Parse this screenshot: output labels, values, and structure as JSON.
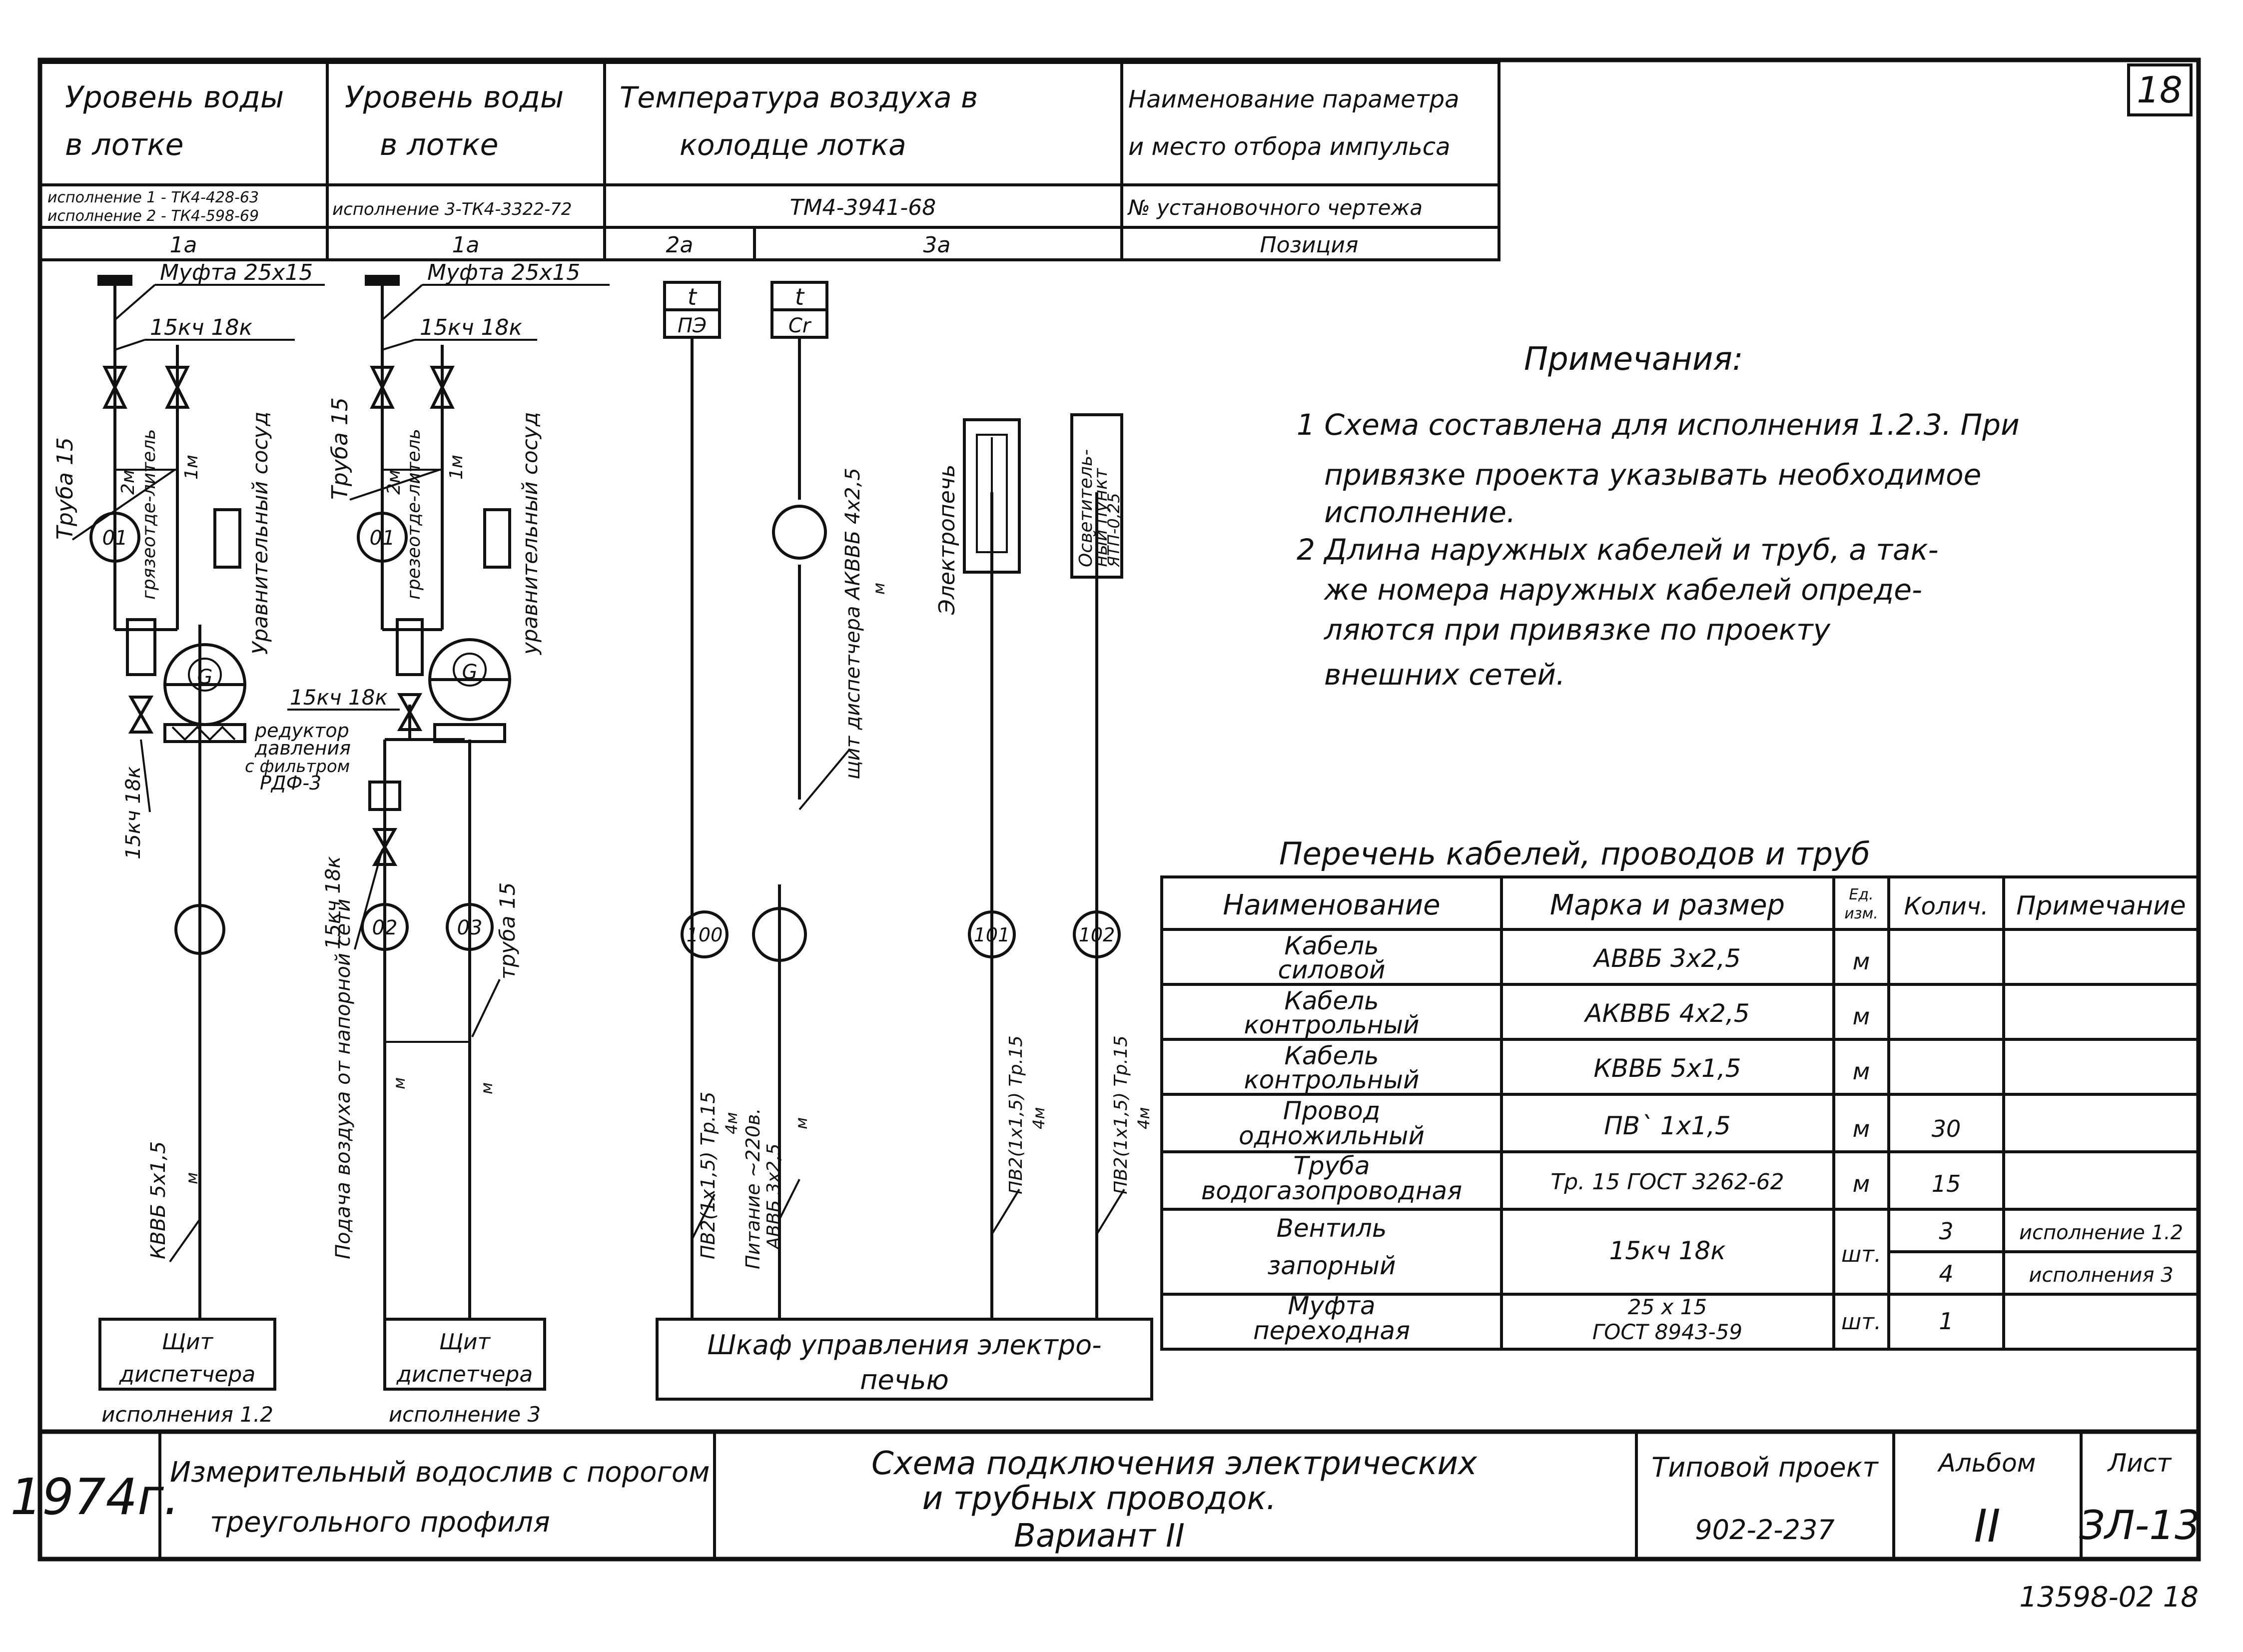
{
  "sheet_number": "18",
  "header": {
    "col1": {
      "line1": "Уровень воды",
      "line2": "в лотке",
      "drawing1": "исполнение 1 - ТК4-428-63",
      "drawing2": "исполнение 2 - ТК4-598-69",
      "position": "1а"
    },
    "col2": {
      "line1": "Уровень воды",
      "line2": "в лотке",
      "drawing": "исполнение 3-ТК4-3322-72",
      "position": "1а"
    },
    "col3": {
      "line1": "Температура воздуха в",
      "line2": "колодце лотка",
      "drawing": "ТМ4-3941-68",
      "position_a": "2а",
      "position_b": "3а"
    },
    "col4": {
      "line1": "Наименование параметра",
      "line2": "и место отбора импульса",
      "drawing": "№ установочного чертежа",
      "position": "Позиция"
    }
  },
  "diagram": {
    "coupling1": "Муфта 25х15",
    "valve1": "15кч 18к",
    "pipe1": "Труба 15",
    "sed_label1": "грязеотде-литель",
    "sed_label2": "грезеотде-литель",
    "len2m": "2м",
    "len1m": "1м",
    "vessel1": "Уравнительный сосуд",
    "vessel2": "уравнительный сосуд",
    "g_mark": "G",
    "pos01": "01",
    "pos02": "02",
    "pos03": "03",
    "valve_low1": "15кч 18к",
    "valve_mid": "15кч 18к",
    "reducer": "редуктор давления с фильтром РДФ-3",
    "valve_low2": "15кч 18к",
    "pipe15b": "труба 15",
    "cable_kvvb": "КВВБ 5х1,5",
    "cable_m": "м",
    "air_supply": "Подача воздуха от напорной сети",
    "air_m": "м",
    "board_line": "щит диспетчера АКВВБ 4х2,5",
    "board_m": "м",
    "t_mark1": "t",
    "pe_mark": "ПЭ",
    "t_mark2": "t",
    "cr_mark": "Cr",
    "electric_oven": "Электропечь",
    "lighting": "Осветительный пункт ЯТП-0,25",
    "pos100": "100",
    "pos101": "101",
    "pos102": "102",
    "cable100": "ПВ2(1х1,5) Тр.15",
    "cable100_len": "4м",
    "supply": "Питание ~220в. АВВБ 3х2,5",
    "supply_m": "м",
    "cable101": "ПВ2(1х1,5) Тр.15",
    "cable101_len": "4м",
    "cable102": "ПВ2(1х1,5) Тр.15",
    "cable102_len": "4м",
    "board1_l1": "Щит",
    "board1_l2": "диспетчера",
    "board1_caption": "исполнения 1.2",
    "board2_l1": "Щит",
    "board2_l2": "диспетчера",
    "board2_caption": "исполнение 3",
    "cabinet_l1": "Шкаф управления электро-",
    "cabinet_l2": "печью"
  },
  "notes": {
    "title": "Примечания:",
    "lines": [
      "1 Схема составлена для исполнения 1.2.3. При",
      "привязке проекта указывать необходимое",
      "исполнение.",
      "2 Длина наружных кабелей и труб, а так-",
      "же номера наружных кабелей опреде-",
      "ляются при привязке по проекту",
      "внешних сетей."
    ]
  },
  "table": {
    "title": "Перечень кабелей, проводов и труб",
    "headers": [
      "Наименование",
      "Марка и размер",
      "Ед. изм.",
      "Колич.",
      "Примечание"
    ],
    "rows": [
      {
        "name1": "Кабель",
        "name2": "силовой",
        "mark": "АВВБ 3х2,5",
        "unit": "м",
        "qty": "",
        "note": ""
      },
      {
        "name1": "Кабель",
        "name2": "контрольный",
        "mark": "АКВВБ 4х2,5",
        "unit": "м",
        "qty": "",
        "note": ""
      },
      {
        "name1": "Кабель",
        "name2": "контрольный",
        "mark": "КВВБ 5х1,5",
        "unit": "м",
        "qty": "",
        "note": ""
      },
      {
        "name1": "Провод",
        "name2": "одножильный",
        "mark": "ПВ` 1х1,5",
        "unit": "м",
        "qty": "30",
        "note": ""
      },
      {
        "name1": "Труба",
        "name2": "водогазопроводная",
        "mark": "Тр. 15 ГОСТ 3262-62",
        "unit": "м",
        "qty": "15",
        "note": ""
      }
    ],
    "valve_row": {
      "name1": "Вентиль",
      "name2": "запорный",
      "mark": "15кч 18к",
      "unit": "шт.",
      "qty1": "3",
      "note1": "исполнение 1.2",
      "qty2": "4",
      "note2": "исполнения 3"
    },
    "coupling_row": {
      "name1": "Муфта",
      "name2": "переходная",
      "mark1": "25 х 15",
      "mark2": "ГОСТ 8943-59",
      "unit": "шт.",
      "qty": "1"
    }
  },
  "title_block": {
    "year": "1974г.",
    "object_l1": "Измерительный водослив с порогом",
    "object_l2": "треугольного профиля",
    "drawing_l1": "Схема подключения электрических",
    "drawing_l2": "и трубных проводок.",
    "drawing_l3": "Вариант II",
    "project_label": "Типовой проект",
    "project_number": "902-2-237",
    "album_label": "Альбом",
    "album_number": "II",
    "sheet_label": "Лист",
    "sheet_code": "ЗЛ-13"
  },
  "archive_number": "13598-02 18"
}
